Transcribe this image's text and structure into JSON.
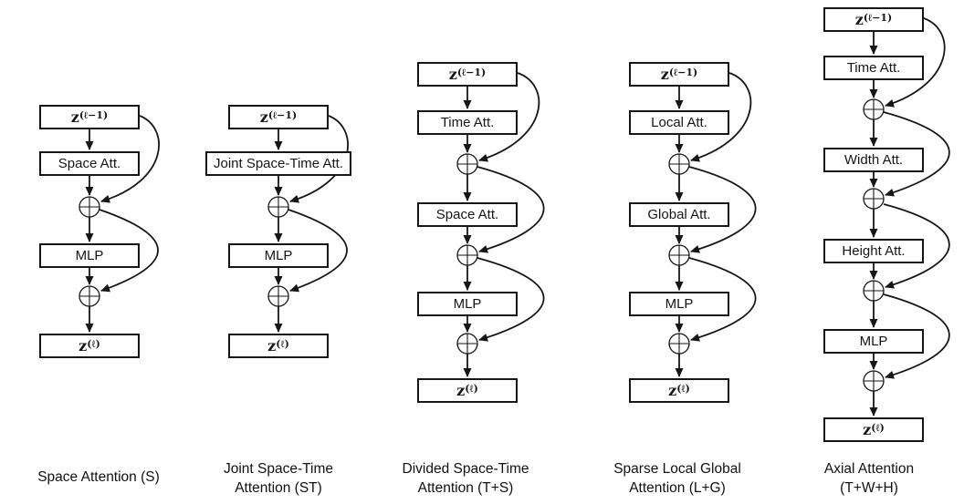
{
  "colors": {
    "ink": "#161616",
    "background": "#ffffff"
  },
  "icons": {
    "residual_add": "circle-plus"
  },
  "operator_symbol": "⊕",
  "tokens": {
    "input": {
      "base": "z",
      "sup": "(ℓ−1)"
    },
    "output": {
      "base": "z",
      "sup": "(ℓ)"
    }
  },
  "columns": [
    {
      "caption_lines": [
        "Space Attention (S)"
      ],
      "blocks": [
        "Space Att.",
        "MLP"
      ]
    },
    {
      "caption_lines": [
        "Joint Space-Time",
        "Attention (ST)"
      ],
      "blocks": [
        "Joint Space-Time Att.",
        "MLP"
      ]
    },
    {
      "caption_lines": [
        "Divided Space-Time",
        "Attention (T+S)"
      ],
      "blocks": [
        "Time Att.",
        "Space Att.",
        "MLP"
      ]
    },
    {
      "caption_lines": [
        "Sparse Local Global",
        "Attention (L+G)"
      ],
      "blocks": [
        "Local Att.",
        "Global Att.",
        "MLP"
      ]
    },
    {
      "caption_lines": [
        "Axial Attention",
        "(T+W+H)"
      ],
      "blocks": [
        "Time Att.",
        "Width Att.",
        "Height Att.",
        "MLP"
      ]
    }
  ]
}
